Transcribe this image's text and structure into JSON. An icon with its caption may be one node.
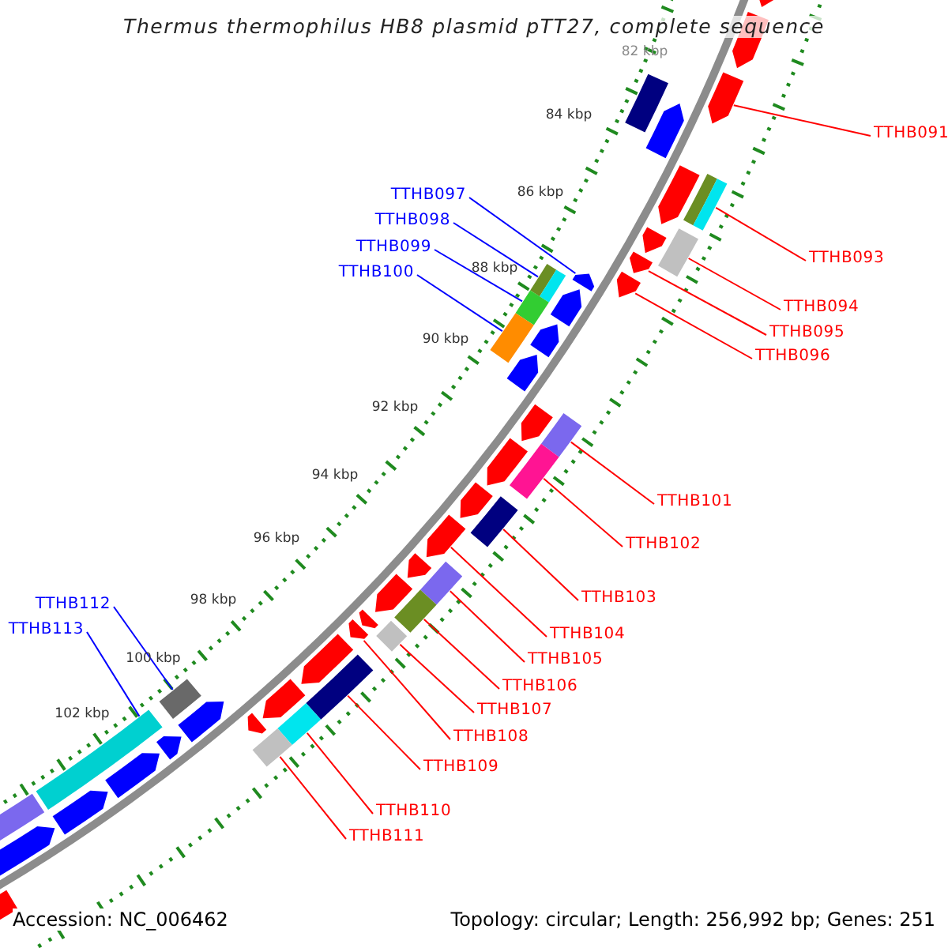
{
  "diagram": {
    "title": "Thermus thermophilus HB8 plasmid pTT27, complete sequence",
    "nodes": [
      {
        "text": [
          "TTHB091"
        ]
      },
      {
        "text": [
          "TTHB093"
        ]
      },
      {
        "text": [
          "TTHB094"
        ]
      },
      {
        "text": [
          "TTHB095"
        ]
      },
      {
        "text": [
          "TTHB096"
        ]
      },
      {
        "text": [
          "TTHB097"
        ]
      },
      {
        "text": [
          "TTHB098"
        ]
      },
      {
        "text": [
          "TTHB099"
        ]
      },
      {
        "text": [
          "TTHB100"
        ]
      },
      {
        "text": [
          "TTHB101"
        ]
      },
      {
        "text": [
          "TTHB102"
        ]
      },
      {
        "text": [
          "TTHB103"
        ]
      },
      {
        "text": [
          "TTHB104"
        ]
      },
      {
        "text": [
          "TTHB105"
        ]
      },
      {
        "text": [
          "TTHB106"
        ]
      },
      {
        "text": [
          "TTHB107"
        ]
      },
      {
        "text": [
          "TTHB108"
        ]
      },
      {
        "text": [
          "TTHB109"
        ]
      },
      {
        "text": [
          "TTHB110"
        ]
      },
      {
        "text": [
          "TTHB111"
        ]
      },
      {
        "text": [
          "TTHB112"
        ]
      },
      {
        "text": [
          "TTHB113"
        ]
      },
      {
        "text": [],
        "shape": "arrow"
      },
      {
        "text": [],
        "shape": "box"
      },
      {
        "text": [],
        "shape": "box"
      },
      {
        "text": [],
        "shape": "arrow"
      },
      {
        "text": [],
        "shape": "arrow"
      },
      {
        "text": [],
        "shape": "arrow"
      },
      {
        "text": [],
        "shape": "box"
      },
      {
        "text": [],
        "shape": "box"
      },
      {
        "text": [],
        "shape": "box"
      },
      {
        "text": [],
        "shape": "box"
      },
      {
        "text": [],
        "shape": "box"
      },
      {
        "text": [],
        "shape": "box"
      },
      {
        "text": [],
        "shape": "arrow"
      },
      {
        "text": [],
        "shape": "box"
      },
      {
        "text": [],
        "shape": "box"
      },
      {
        "text": [],
        "shape": "box"
      },
      {
        "text": [],
        "shape": "arrow"
      },
      {
        "text": [],
        "shape": "box"
      },
      {
        "text": [],
        "shape": "box"
      },
      {
        "text": [],
        "shape": "box"
      },
      {
        "text": [],
        "shape": "box"
      },
      {
        "text": [],
        "shape": "box"
      },
      {
        "text": [],
        "shape": "arrow"
      },
      {
        "text": [],
        "shape": "arrow"
      },
      {
        "text": [],
        "shape": "arrow"
      },
      {
        "text": [],
        "shape": "arrow"
      },
      {
        "text": [],
        "shape": "arrow"
      },
      {
        "text": [],
        "shape": "arrow"
      },
      {
        "text": [],
        "shape": "arrow"
      },
      {
        "text": [],
        "shape": "arrow"
      },
      {
        "text": [],
        "shape": "arrow"
      },
      {
        "text": [],
        "shape": "arrow"
      },
      {
        "text": [],
        "shape": "arrow"
      },
      {
        "text": [],
        "shape": "arrow"
      },
      {
        "text": [],
        "shape": "arrow"
      },
      {
        "text": [],
        "shape": "arrow"
      },
      {
        "text": [],
        "shape": "arrow"
      },
      {
        "text": [],
        "shape": "arrow"
      },
      {
        "text": [],
        "shape": "arrow"
      },
      {
        "text": [],
        "shape": "arrow"
      },
      {
        "text": [],
        "shape": "arrow"
      },
      {
        "text": [],
        "shape": "arrow"
      },
      {
        "text": [],
        "shape": "arrow"
      },
      {
        "text": [],
        "shape": "arrow"
      },
      {
        "text": [],
        "shape": "arrow"
      },
      {
        "text": [],
        "shape": "box"
      },
      {
        "text": [],
        "shape": "box"
      }
    ],
    "edges": [
      {
        "from": 0,
        "to": 22,
        "arrow": "none"
      },
      {
        "from": 1,
        "to": 23,
        "arrow": "none"
      },
      {
        "from": 2,
        "to": 24,
        "arrow": "none"
      },
      {
        "from": 3,
        "to": 25,
        "arrow": "none"
      },
      {
        "from": 4,
        "to": 26,
        "arrow": "none"
      },
      {
        "from": 5,
        "to": 27,
        "arrow": "none",
        "color": "#0000ff"
      },
      {
        "from": 6,
        "to": 28,
        "arrow": "none",
        "color": "#0000ff"
      },
      {
        "from": 7,
        "to": 29,
        "arrow": "none",
        "color": "#0000ff"
      },
      {
        "from": 8,
        "to": 30,
        "arrow": "none",
        "color": "#0000ff"
      },
      {
        "from": 9,
        "to": 31,
        "arrow": "none"
      },
      {
        "from": 10,
        "to": 32,
        "arrow": "none"
      },
      {
        "from": 11,
        "to": 33,
        "arrow": "none"
      },
      {
        "from": 12,
        "to": 34,
        "arrow": "none"
      },
      {
        "from": 13,
        "to": 35,
        "arrow": "none"
      },
      {
        "from": 14,
        "to": 36,
        "arrow": "none"
      },
      {
        "from": 15,
        "to": 37,
        "arrow": "none"
      },
      {
        "from": 16,
        "to": 38,
        "arrow": "none"
      },
      {
        "from": 17,
        "to": 39,
        "arrow": "none"
      },
      {
        "from": 18,
        "to": 40,
        "arrow": "none"
      },
      {
        "from": 19,
        "to": 41,
        "arrow": "none"
      },
      {
        "from": 20,
        "to": 42,
        "arrow": "none",
        "color": "#0000ff"
      },
      {
        "from": 21,
        "to": 43,
        "arrow": "none",
        "color": "#0000ff"
      }
    ],
    "labels": [
      "82 kbp",
      "84 kbp",
      "86 kbp",
      "88 kbp",
      "90 kbp",
      "92 kbp",
      "94 kbp",
      "96 kbp",
      "98 kbp",
      "100 kbp",
      "102 kbp",
      "Accession: NC_006462",
      "Topology: circular; Length: 256,992 bp; Genes: 251"
    ]
  }
}
